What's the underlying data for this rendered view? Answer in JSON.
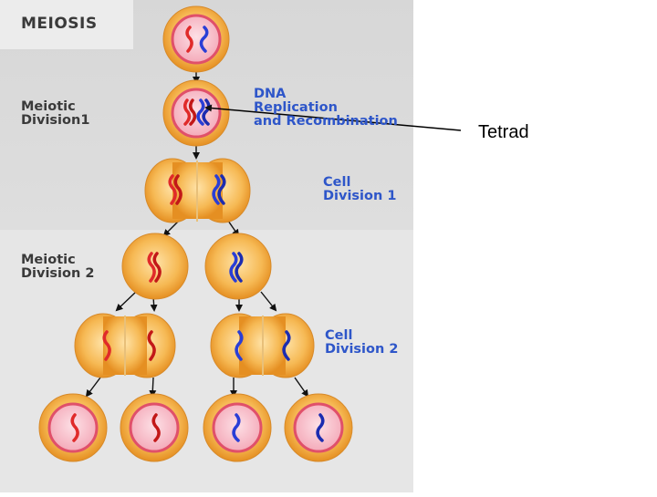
{
  "title": "MEIOSIS",
  "stages": {
    "meiotic_division_1": [
      "Meiotic",
      "Division1"
    ],
    "meiotic_division_2": [
      "Meiotic",
      "Division 2"
    ]
  },
  "labels": {
    "dna_replication": [
      "DNA",
      "Replication",
      "and Recombination"
    ],
    "cell_division_1": [
      "Cell",
      "Division 1"
    ],
    "cell_division_2": [
      "Cell",
      "Division 2"
    ]
  },
  "annotation": "Tetrad",
  "colors": {
    "panel_bg": "#d9d9d9",
    "label_blue": "#2e56c9",
    "cell_orange": "#f2b24a",
    "nucleus_red": "#e0506a",
    "nucleus_fill": "#f6bfc9",
    "chromosome_red": "#e02a2a",
    "chromosome_blue": "#2a3ed6"
  }
}
